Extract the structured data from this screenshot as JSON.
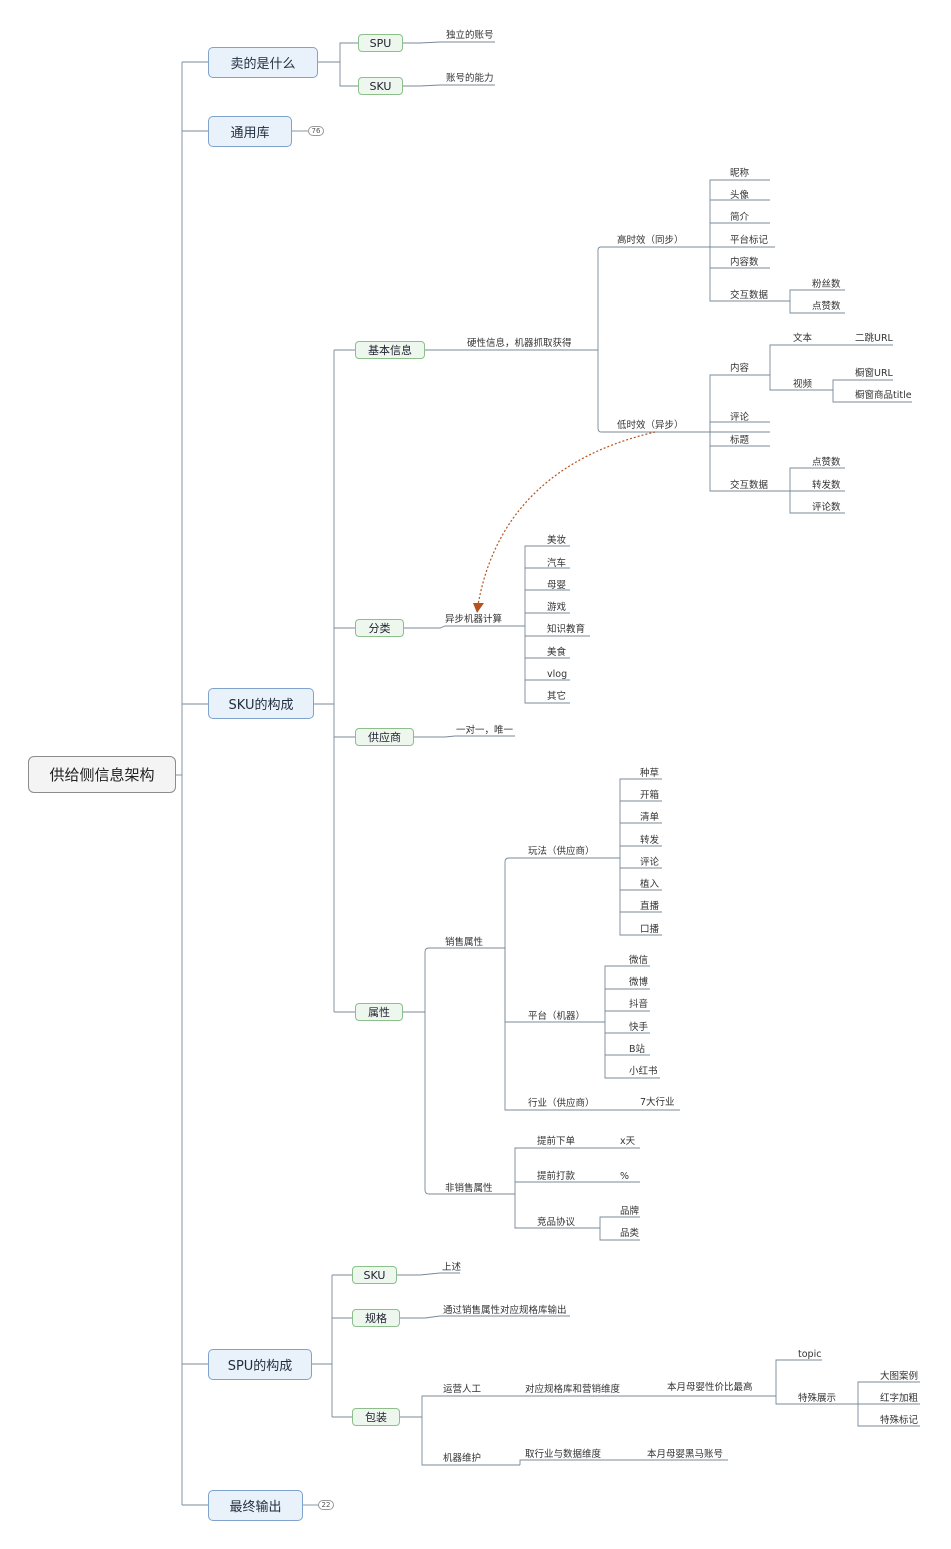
{
  "title": "供给侧信息架构",
  "branches": {
    "sell": {
      "label": "卖的是什么",
      "spu": {
        "label": "SPU",
        "note": "独立的账号"
      },
      "sku": {
        "label": "SKU",
        "note": "账号的能力"
      }
    },
    "general": {
      "label": "通用库",
      "badge": "76"
    },
    "sku_comp": {
      "label": "SKU的构成",
      "basic": {
        "label": "基本信息",
        "sub": "硬性信息，机器抓取获得",
        "high": {
          "label": "高时效（同步）",
          "items": [
            "昵称",
            "头像",
            "简介",
            "平台标记",
            "内容数"
          ],
          "interact": {
            "label": "交互数据",
            "items": [
              "粉丝数",
              "点赞数"
            ]
          }
        },
        "low": {
          "label": "低时效（异步）",
          "content": {
            "label": "内容",
            "text": {
              "label": "文本",
              "items": [
                "二跳URL"
              ]
            },
            "video": {
              "label": "视频",
              "items": [
                "橱窗URL",
                "橱窗商品title"
              ]
            }
          },
          "items": [
            "评论",
            "标题"
          ],
          "interact": {
            "label": "交互数据",
            "items": [
              "点赞数",
              "转发数",
              "评论数"
            ]
          }
        }
      },
      "category": {
        "label": "分类",
        "sub": "异步机器计算",
        "items": [
          "美妆",
          "汽车",
          "母婴",
          "游戏",
          "知识教育",
          "美食",
          "vlog",
          "其它"
        ]
      },
      "supplier": {
        "label": "供应商",
        "sub": "一对一，唯一"
      },
      "attr": {
        "label": "属性",
        "sales": {
          "label": "销售属性",
          "play": {
            "label": "玩法（供应商）",
            "items": [
              "种草",
              "开箱",
              "清单",
              "转发",
              "评论",
              "植入",
              "直播",
              "口播"
            ]
          },
          "platform": {
            "label": "平台（机器）",
            "items": [
              "微信",
              "微博",
              "抖音",
              "快手",
              "B站",
              "小红书"
            ]
          },
          "industry": {
            "label": "行业（供应商）",
            "value": "7大行业"
          }
        },
        "nonsales": {
          "label": "非销售属性",
          "order": {
            "label": "提前下单",
            "value": "x天"
          },
          "pay": {
            "label": "提前打款",
            "value": "%"
          },
          "compete": {
            "label": "竞品协议",
            "items": [
              "品牌",
              "品类"
            ]
          }
        }
      }
    },
    "spu_comp": {
      "label": "SPU的构成",
      "sku": {
        "label": "SKU",
        "sub": "上述"
      },
      "spec": {
        "label": "规格",
        "sub": "通过销售属性对应规格库输出"
      },
      "pack": {
        "label": "包装",
        "ops": {
          "label": "运营人工",
          "sub": "对应规格库和营销维度",
          "sub2": "本月母婴性价比最高",
          "topic": "topic",
          "special": {
            "label": "特殊展示",
            "items": [
              "大图案例",
              "红字加粗",
              "特殊标记"
            ]
          }
        },
        "machine": {
          "label": "机器维护",
          "sub": "取行业与数据维度",
          "sub2": "本月母婴黑马账号"
        }
      }
    },
    "final": {
      "label": "最终输出",
      "badge": "22"
    }
  },
  "colors": {
    "line": "#6e7f95",
    "arrow": "#b3541e",
    "l1_fill": "#e9f1fb",
    "l2_fill": "#eef7ee"
  }
}
